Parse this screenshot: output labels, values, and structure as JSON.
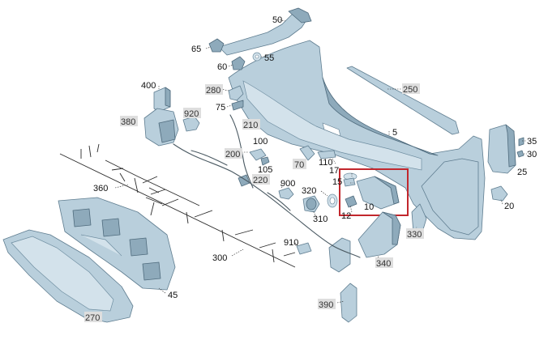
{
  "labels": {
    "p50": "50",
    "p65": "65",
    "p55": "55",
    "p60": "60",
    "p400": "400",
    "p280": "280",
    "p250": "250",
    "p75": "75",
    "p920": "920",
    "p380": "380",
    "p210": "210",
    "p5": "5",
    "p35": "35",
    "p30": "30",
    "p100": "100",
    "p200": "200",
    "p110": "110",
    "p70": "70",
    "p105": "105",
    "p17": "17",
    "p25": "25",
    "p15": "15",
    "p220": "220",
    "p900": "900",
    "p320": "320",
    "p360": "360",
    "p12": "12",
    "p10": "10",
    "p310": "310",
    "p20": "20",
    "p330": "330",
    "p910": "910",
    "p300": "300",
    "p340": "340",
    "p45": "45",
    "p390": "390",
    "p270": "270"
  },
  "highlight": {
    "target": "10",
    "color": "#c2272d"
  },
  "colors": {
    "part": "#b9cfdc",
    "outline": "#5f7d90",
    "wire": "#4b5a63"
  }
}
